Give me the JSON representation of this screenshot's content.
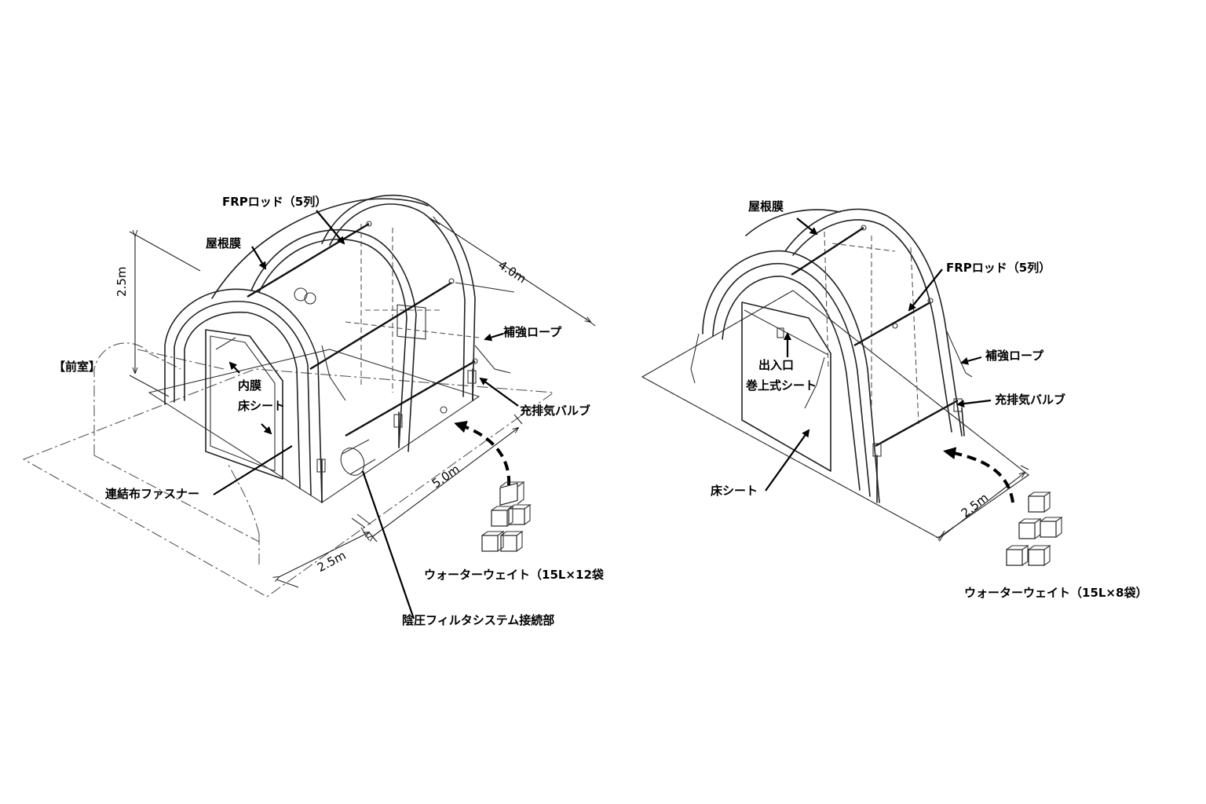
{
  "left": {
    "frp_rod": "FRPロッド（5列）",
    "roof": "屋根膜",
    "height": "2.5m",
    "depth": "4.0m",
    "vestibule": "【前室】",
    "inner": "内膜",
    "floor": "床シート",
    "rope": "補強ロープ",
    "valve": "充排気バルブ",
    "zipper": "連結布ファスナー",
    "length": "5.0m",
    "width": "2.5m",
    "water": "ウォーターウェイト（15L×12袋",
    "filter": "陰圧フィルタシステム接続部"
  },
  "right": {
    "roof": "屋根膜",
    "frp_rod": "FRPロッド（5列）",
    "rope": "補強ロープ",
    "entrance": "出入口",
    "rollup": "巻上式シート",
    "valve": "充排気バルブ",
    "floor": "床シート",
    "width": "2.5m",
    "water": "ウォーターウェイト（15L×8袋）"
  }
}
